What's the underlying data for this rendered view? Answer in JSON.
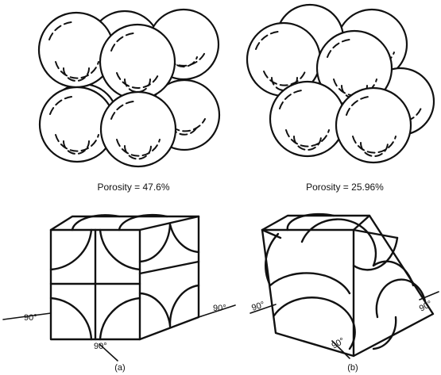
{
  "panels": [
    {
      "porosity_label": "Porosity  =  47.6%",
      "angle_left": "90°",
      "angle_bottom": "90°",
      "angle_right": "90°",
      "caption": "(a)"
    },
    {
      "porosity_label": "Porosity  =  25.96%",
      "angle_left": "90°",
      "angle_bottom": "90°",
      "angle_right": "90°",
      "caption": "(b)"
    }
  ]
}
